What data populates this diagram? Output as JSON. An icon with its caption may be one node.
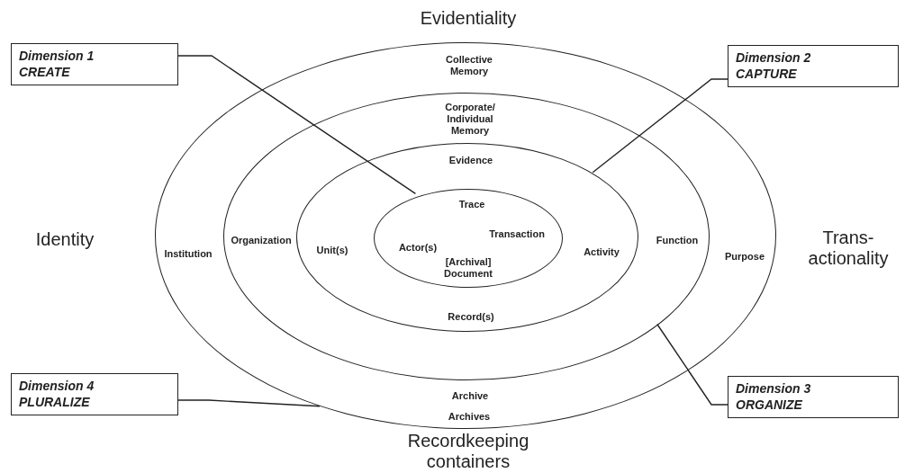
{
  "diagram": {
    "nodes": [
      {
        "text": [
          "Collective Memory",
          "Institution",
          "Purpose",
          "Archives"
        ]
      },
      {
        "text": [
          "Corporate/ Individual Memory",
          "Organization",
          "Function",
          "Archive"
        ],
        "in": 0
      },
      {
        "text": [
          "Evidence",
          "Unit(s)",
          "Activity",
          "Record(s)"
        ],
        "in": 1
      },
      {
        "text": [
          "Trace",
          "Actor(s)",
          "Transaction",
          "[Archival] Document"
        ],
        "in": 2
      },
      {
        "text": [
          "Dimension 1 CREATE"
        ]
      },
      {
        "text": [
          "Dimension 2 CAPTURE"
        ]
      },
      {
        "text": [
          "Dimension 3 ORGANIZE"
        ]
      },
      {
        "text": [
          "Dimension 4 PLURALIZE"
        ]
      }
    ],
    "edges": [
      {
        "from": 4,
        "to": 3,
        "arrow": "none"
      },
      {
        "from": 5,
        "to": 2,
        "arrow": "none"
      },
      {
        "from": 6,
        "to": 1,
        "arrow": "none"
      },
      {
        "from": 7,
        "to": 0,
        "arrow": "none"
      }
    ],
    "labels": [
      "Evidentiality",
      "Identity",
      "Trans- actionality",
      "Recordkeeping containers"
    ]
  }
}
